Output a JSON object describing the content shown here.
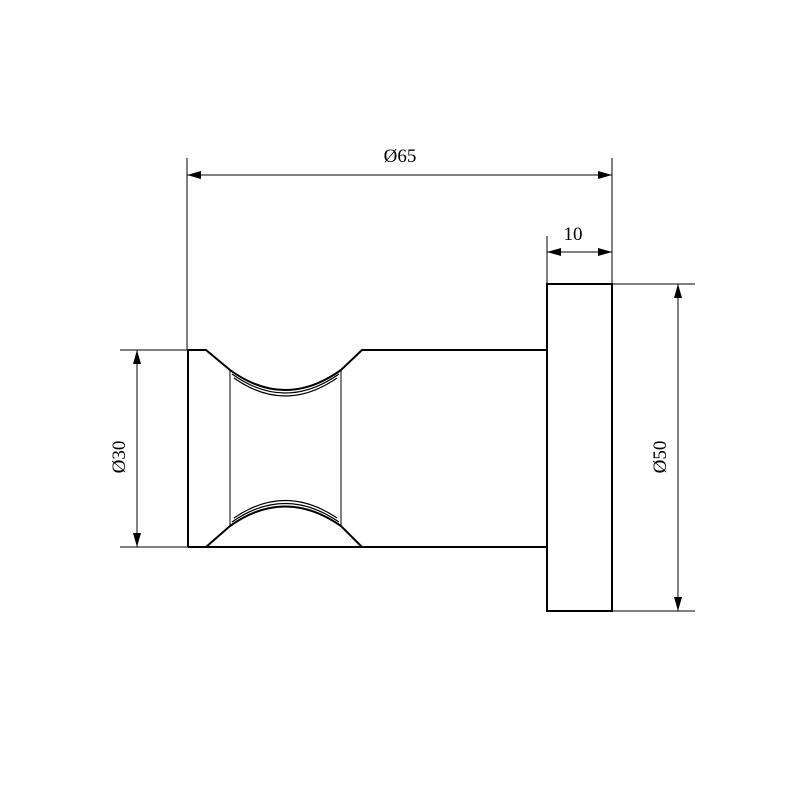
{
  "drawing": {
    "colors": {
      "line": "#000000",
      "background": "#ffffff"
    },
    "dimensions": {
      "overall_width": "Ø65",
      "plate_thickness": "10",
      "knob_diameter": "Ø30",
      "plate_diameter": "Ø50"
    }
  }
}
